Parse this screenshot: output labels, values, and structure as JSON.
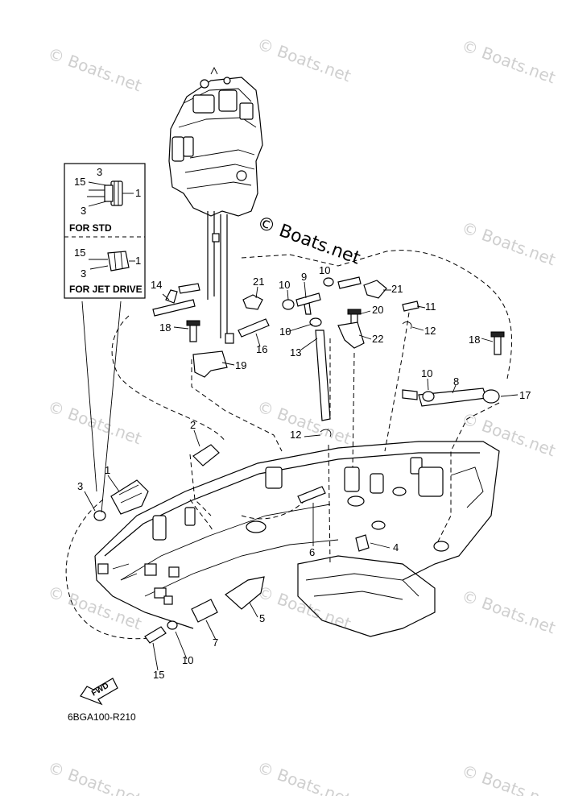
{
  "watermark_text": "© Boats.net",
  "diagram_code": "6BGA100-R210",
  "fwd_label": "FWD",
  "inset": {
    "std_label": "FOR STD",
    "jet_label": "FOR JET DRIVE",
    "std_callouts": [
      "15",
      "3",
      "3",
      "1"
    ],
    "jet_callouts": [
      "15",
      "3",
      "1"
    ]
  },
  "callouts": [
    "14",
    "21",
    "10",
    "9",
    "10",
    "21",
    "11",
    "18",
    "16",
    "10",
    "13",
    "20",
    "22",
    "12",
    "18",
    "19",
    "10",
    "8",
    "17",
    "2",
    "12",
    "1",
    "3",
    "6",
    "4",
    "5",
    "7",
    "10",
    "15"
  ]
}
